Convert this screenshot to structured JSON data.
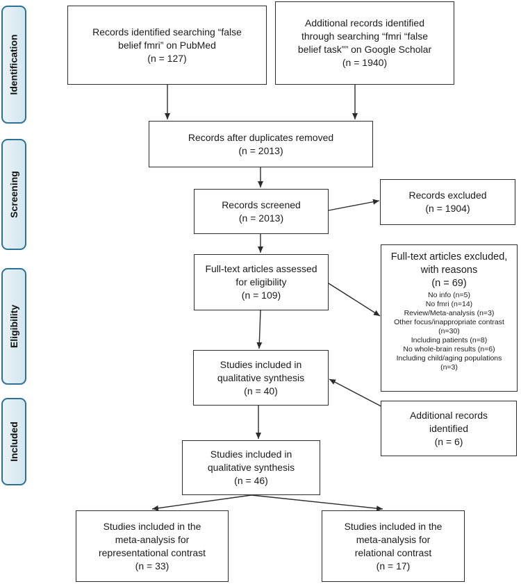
{
  "stages": {
    "identification": "Identification",
    "screening": "Screening",
    "eligibility": "Eligibility",
    "included": "Included"
  },
  "boxes": {
    "pubmed": {
      "l1": "Records identified searching “false",
      "l2": "belief fmri” on PubMed",
      "l3": "(n = 127)"
    },
    "scholar": {
      "l1": "Additional records identified",
      "l2": "through searching “fmri “false",
      "l3": "belief task”” on Google Scholar",
      "l4": "(n = 1940)"
    },
    "duplicates": {
      "l1": "Records after duplicates removed",
      "l2": "(n = 2013)"
    },
    "screened": {
      "l1": "Records screened",
      "l2": "(n = 2013)"
    },
    "excluded": {
      "l1": "Records excluded",
      "l2": "(n = 1904)"
    },
    "fulltext": {
      "l1": "Full-text articles assessed",
      "l2": "for eligibility",
      "l3": "(n = 109)"
    },
    "fulltext_excluded": {
      "l1": "Full-text articles excluded,",
      "l2": "with reasons",
      "l3": "(n = 69)",
      "reasons": [
        "No info (n=5)",
        "No fmri (n=14)",
        "Review/Meta-analysis (n=3)",
        "Other focus/inappropriate contrast",
        "(n=30)",
        "Including patients (n=8)",
        "No whole-brain results (n=6)",
        "Including child/aging populations",
        "(n=3)"
      ]
    },
    "qual40": {
      "l1": "Studies included in",
      "l2": "qualitative synthesis",
      "l3": "(n = 40)"
    },
    "additional": {
      "l1": "Additional records",
      "l2": "identified",
      "l3": "(n = 6)"
    },
    "qual46": {
      "l1": "Studies included in",
      "l2": "qualitative synthesis",
      "l3": "(n = 46)"
    },
    "meta_rep": {
      "l1": "Studies included in the",
      "l2": "meta-analysis for",
      "l3": "representational contrast",
      "l4": "(n = 33)"
    },
    "meta_rel": {
      "l1": "Studies included in the",
      "l2": "meta-analysis for",
      "l3": "relational contrast",
      "l4": "(n = 17)"
    }
  },
  "colors": {
    "stage_border": "#2e6f96",
    "stage_fill": "#d3e6ee",
    "line": "#2b2b2b"
  }
}
